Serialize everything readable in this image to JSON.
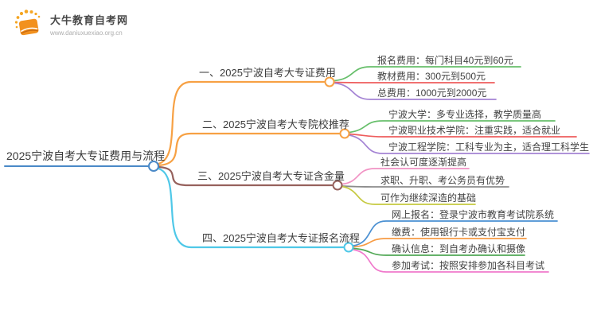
{
  "logo": {
    "title": "大牛教育自考网",
    "url": "www.daniuxuexiao.org.cn",
    "accent": "#F2911E",
    "dot_color": "#F5A623"
  },
  "map": {
    "root": {
      "label": "2025宁波自考大专证费用与流程",
      "color": "#4A89C7"
    },
    "branches": [
      {
        "label": "一、2025宁波自考大专证费用",
        "color": "#F7A144",
        "children": [
          {
            "label": "报名费用：每门科目40元到60元",
            "color": "#67BF6B"
          },
          {
            "label": "教材费用：300元到500元",
            "color": "#EE5D5D"
          },
          {
            "label": "总费用：1000元到2000元",
            "color": "#A483D4"
          }
        ]
      },
      {
        "label": "二、2025宁波自考大专院校推荐",
        "color": "#F7A144",
        "children": [
          {
            "label": "宁波大学：多专业选择，教学质量高",
            "color": "#67BF6B"
          },
          {
            "label": "宁波职业技术学院：注重实践，适合就业",
            "color": "#EE5D5D"
          },
          {
            "label": "宁波工程学院：工科专业为主，适合理工科学生",
            "color": "#A483D4"
          }
        ]
      },
      {
        "label": "三、2025宁波自考大专证含金量",
        "color": "#96615C",
        "children": [
          {
            "label": "社会认可度逐渐提高",
            "color": "#F193C4"
          },
          {
            "label": "求职、升职、考公务员有优势",
            "color": "#8C8C8C"
          },
          {
            "label": "可作为继续深造的基础",
            "color": "#C5C93F"
          }
        ]
      },
      {
        "label": "四、2025宁波自考大专证报名流程",
        "color": "#4FC8E8",
        "children": [
          {
            "label": "网上报名：登录宁波市教育考试院系统",
            "color": "#4A90D2"
          },
          {
            "label": "缴费：使用银行卡或支付宝支付",
            "color": "#F79B43"
          },
          {
            "label": "确认信息：到自考办确认和摄像",
            "color": "#51A855"
          },
          {
            "label": "参加考试：按照安排参加各科目考试",
            "color": "#F07ACC"
          }
        ]
      }
    ]
  }
}
